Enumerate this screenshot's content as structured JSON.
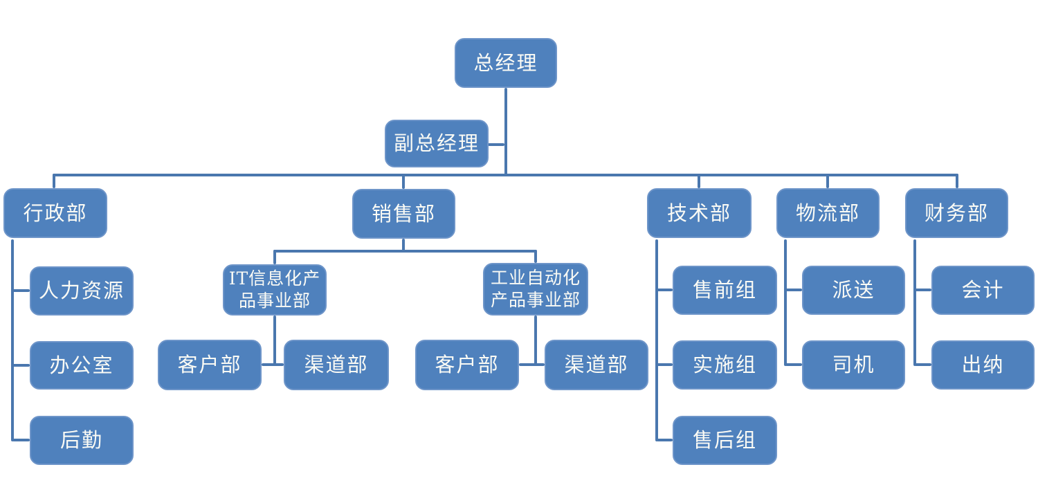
{
  "diagram": {
    "type": "org-chart",
    "background": "#ffffff",
    "node_fill": "#4f81bd",
    "node_border": "#6e95c9",
    "connector_color": "#4a77ae",
    "node_text_color": "#fbfbf5"
  },
  "nodes": [
    {
      "id": "general-manager",
      "label": "总经理",
      "parent": null
    },
    {
      "id": "deputy-general-manager",
      "label": "副总经理",
      "parent": "general-manager"
    },
    {
      "id": "admin-dept",
      "label": "行政部",
      "parent": "general-manager"
    },
    {
      "id": "sales-dept",
      "label": "销售部",
      "parent": "general-manager"
    },
    {
      "id": "tech-dept",
      "label": "技术部",
      "parent": "general-manager"
    },
    {
      "id": "logistics-dept",
      "label": "物流部",
      "parent": "general-manager"
    },
    {
      "id": "finance-dept",
      "label": "财务部",
      "parent": "general-manager"
    },
    {
      "id": "human-resources",
      "label": "人力资源",
      "parent": "admin-dept"
    },
    {
      "id": "office",
      "label": "办公室",
      "parent": "admin-dept"
    },
    {
      "id": "support",
      "label": "后勤",
      "parent": "admin-dept"
    },
    {
      "id": "it-products-division",
      "label": "IT信息化产\n品事业部",
      "parent": "sales-dept"
    },
    {
      "id": "industrial-automation-division",
      "label": "工业自动化\n产品事业部",
      "parent": "sales-dept"
    },
    {
      "id": "customer-dept-it",
      "label": "客户部",
      "parent": "it-products-division"
    },
    {
      "id": "channel-dept-it",
      "label": "渠道部",
      "parent": "it-products-division"
    },
    {
      "id": "customer-dept-ia",
      "label": "客户部",
      "parent": "industrial-automation-division"
    },
    {
      "id": "channel-dept-ia",
      "label": "渠道部",
      "parent": "industrial-automation-division"
    },
    {
      "id": "presales-group",
      "label": "售前组",
      "parent": "tech-dept"
    },
    {
      "id": "implementation-group",
      "label": "实施组",
      "parent": "tech-dept"
    },
    {
      "id": "aftersales-group",
      "label": "售后组",
      "parent": "tech-dept"
    },
    {
      "id": "delivery",
      "label": "派送",
      "parent": "logistics-dept"
    },
    {
      "id": "driver",
      "label": "司机",
      "parent": "logistics-dept"
    },
    {
      "id": "accounting",
      "label": "会计",
      "parent": "finance-dept"
    },
    {
      "id": "cashier",
      "label": "出纳",
      "parent": "finance-dept"
    }
  ]
}
